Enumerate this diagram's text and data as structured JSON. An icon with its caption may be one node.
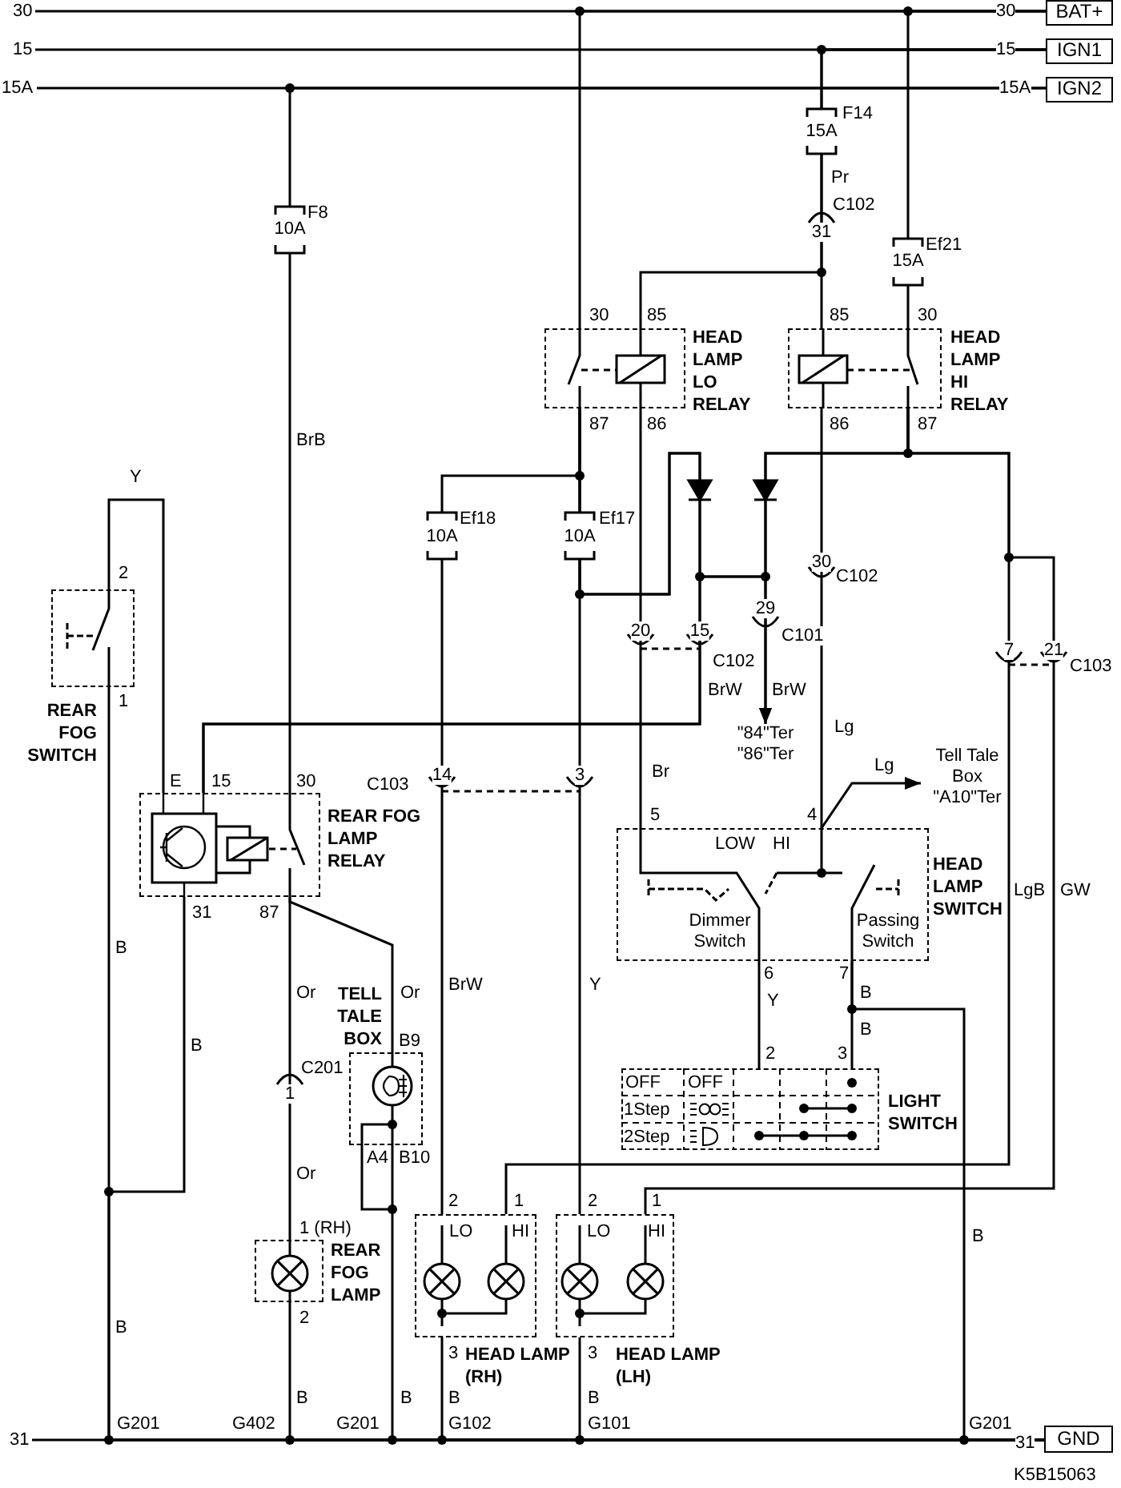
{
  "diagram": {
    "nodes": [
      {
        "text": [
          "BAT+"
        ]
      },
      {
        "text": [
          "IGN1"
        ]
      },
      {
        "text": [
          "IGN2"
        ]
      },
      {
        "text": [
          "GND"
        ]
      },
      {
        "text": [
          "HEAD LAMP LO RELAY"
        ]
      },
      {
        "text": [
          "HEAD LAMP HI RELAY"
        ]
      },
      {
        "text": [
          "REAR FOG SWITCH"
        ]
      },
      {
        "text": [
          "REAR FOG LAMP RELAY"
        ]
      },
      {
        "text": [
          "HEAD LAMP SWITCH",
          "LOW",
          "HI",
          "Dimmer Switch",
          "Passing Switch"
        ]
      },
      {
        "text": [
          "LIGHT SWITCH",
          "OFF",
          "OFF",
          "1Step",
          "2Step"
        ]
      },
      {
        "text": [
          "TELL TALE BOX"
        ]
      },
      {
        "text": [
          "REAR FOG LAMP"
        ]
      },
      {
        "text": [
          "LO",
          "HI",
          "HEAD LAMP (RH)"
        ]
      },
      {
        "text": [
          "LO",
          "HI",
          "HEAD LAMP (LH)"
        ]
      },
      {
        "text": [
          "Tell Tale Box \"A10\"Ter"
        ]
      },
      {
        "text": [
          "\"84\"Ter",
          "\"86\"Ter"
        ]
      },
      {
        "text": [
          "30"
        ]
      },
      {
        "text": [
          "15"
        ]
      },
      {
        "text": [
          "15A"
        ]
      },
      {
        "text": [
          "31"
        ]
      }
    ],
    "edges": [
      {
        "from": 16,
        "to": 0,
        "arrow": "none"
      },
      {
        "from": 17,
        "to": 1,
        "arrow": "none"
      },
      {
        "from": 18,
        "to": 2,
        "arrow": "none"
      },
      {
        "from": 19,
        "to": 3,
        "arrow": "none"
      },
      {
        "from": 0,
        "to": 4,
        "arrow": "none"
      },
      {
        "from": 0,
        "to": 5,
        "arrow": "none"
      },
      {
        "from": 1,
        "to": 4,
        "arrow": "none"
      },
      {
        "from": 1,
        "to": 5,
        "arrow": "none"
      },
      {
        "from": 2,
        "to": 7,
        "arrow": "none"
      },
      {
        "from": 4,
        "to": 12,
        "arrow": "none"
      },
      {
        "from": 4,
        "to": 13,
        "arrow": "none"
      },
      {
        "from": 4,
        "to": 8,
        "arrow": "none"
      },
      {
        "from": 5,
        "to": 8,
        "arrow": "none"
      },
      {
        "from": 5,
        "to": 12,
        "arrow": "none"
      },
      {
        "from": 5,
        "to": 13,
        "arrow": "none"
      },
      {
        "from": 4,
        "to": 15,
        "arrow": "to"
      },
      {
        "from": 5,
        "to": 15,
        "arrow": "to"
      },
      {
        "from": 4,
        "to": 7,
        "arrow": "none"
      },
      {
        "from": 5,
        "to": 7,
        "arrow": "none"
      },
      {
        "from": 6,
        "to": 7,
        "arrow": "none"
      },
      {
        "from": 6,
        "to": 3,
        "arrow": "none"
      },
      {
        "from": 7,
        "to": 3,
        "arrow": "none"
      },
      {
        "from": 7,
        "to": 11,
        "arrow": "none"
      },
      {
        "from": 7,
        "to": 10,
        "arrow": "none"
      },
      {
        "from": 10,
        "to": 3,
        "arrow": "none"
      },
      {
        "from": 11,
        "to": 3,
        "arrow": "none"
      },
      {
        "from": 12,
        "to": 3,
        "arrow": "none"
      },
      {
        "from": 13,
        "to": 3,
        "arrow": "none"
      },
      {
        "from": 8,
        "to": 9,
        "arrow": "none"
      },
      {
        "from": 8,
        "to": 9,
        "arrow": "none"
      },
      {
        "from": 8,
        "to": 3,
        "arrow": "none"
      },
      {
        "from": 8,
        "to": 14,
        "arrow": "to"
      }
    ],
    "labels": [
      "30",
      "15",
      "15A",
      "F14",
      "15A",
      "Pr",
      "F8",
      "C102",
      "10A",
      "31",
      "Ef21",
      "15A",
      "30",
      "85",
      "85",
      "30",
      "87",
      "86",
      "86",
      "87",
      "BrB",
      "Y",
      "Ef18",
      "Ef17",
      "10A",
      "10A",
      "2",
      "30",
      "C102",
      "29",
      "20",
      "15",
      "C102",
      "C101",
      "7",
      "21",
      "C103",
      "1",
      "BrW",
      "BrW",
      "Lg",
      "E",
      "15",
      "30",
      "C103",
      "14",
      "3",
      "Br",
      "Lg",
      "5",
      "4",
      "LgB",
      "GW",
      "31",
      "87",
      "B",
      "Or",
      "Or",
      "BrW",
      "Y",
      "6",
      "Y",
      "7",
      "B",
      "B",
      "C201",
      "B9",
      "2",
      "3",
      "B",
      "1",
      "A4",
      "B10",
      "Or",
      "2",
      "1",
      "2",
      "1",
      "1 (RH)",
      "B",
      "B",
      "2",
      "3",
      "3",
      "B",
      "B",
      "B",
      "B",
      "G201",
      "G402",
      "G201",
      "G102",
      "G101",
      "G201",
      "31",
      "K5B15063"
    ]
  }
}
